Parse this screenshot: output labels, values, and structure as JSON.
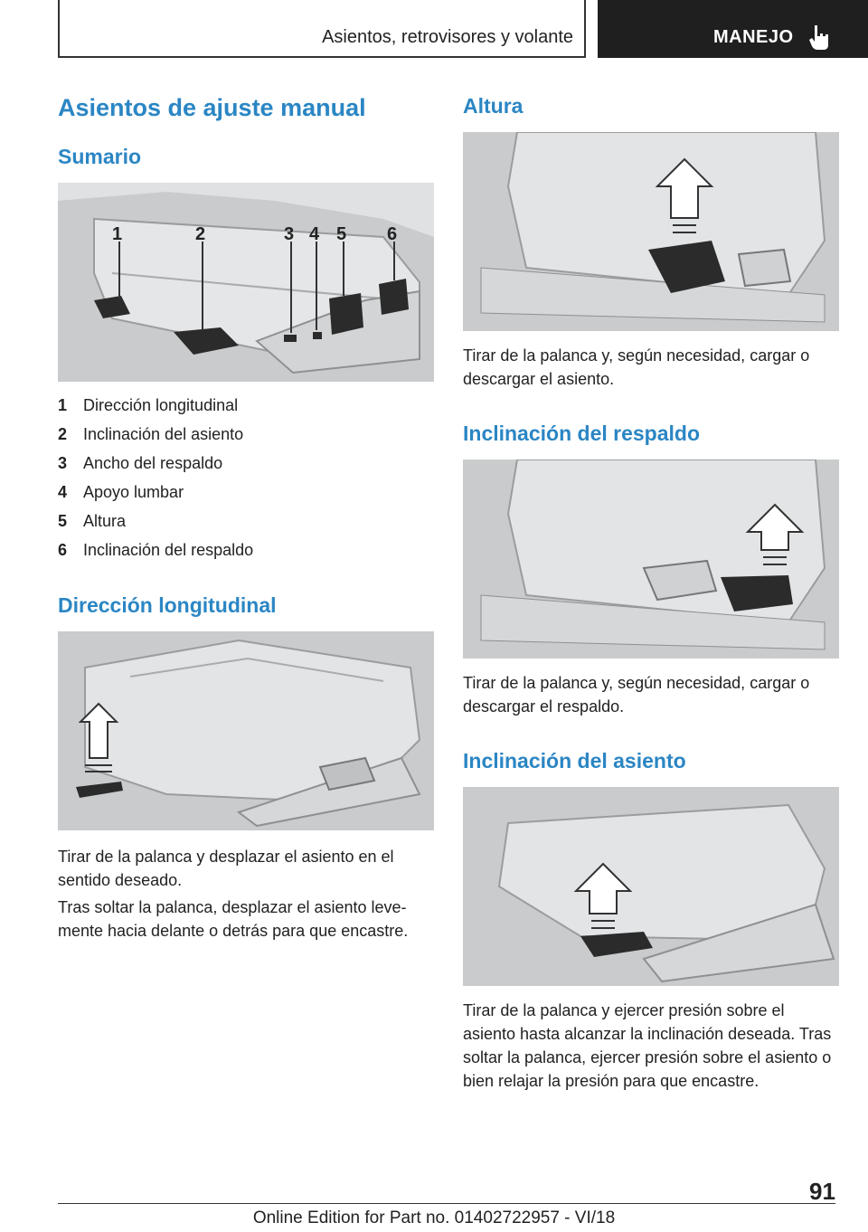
{
  "header": {
    "section_title": "Asientos, retrovisores y volante",
    "chapter": "MANEJO",
    "chapter_icon": "hand-pointing-icon"
  },
  "left": {
    "main_title": "Asientos de ajuste manual",
    "summary_title": "Sumario",
    "legend": [
      {
        "num": "1",
        "text": "Dirección longitudinal"
      },
      {
        "num": "2",
        "text": "Inclinación del asiento"
      },
      {
        "num": "3",
        "text": "Ancho del respaldo"
      },
      {
        "num": "4",
        "text": "Apoyo lumbar"
      },
      {
        "num": "5",
        "text": "Altura"
      },
      {
        "num": "6",
        "text": "Inclinación del respaldo"
      }
    ],
    "long_title": "Dirección longitudinal",
    "long_p1": "Tirar de la palanca y desplazar el asiento en el sentido deseado.",
    "long_p2": "Tras soltar la palanca, desplazar el asiento leve­mente hacia delante o detrás para que encastre."
  },
  "right": {
    "height_title": "Altura",
    "height_p": "Tirar de la palanca y, según necesidad, cargar o descargar el asiento.",
    "backrest_title": "Inclinación del respaldo",
    "backrest_p": "Tirar de la palanca y, según necesidad, cargar o descargar el respaldo.",
    "seat_title": "Inclinación del asiento",
    "seat_p": "Tirar de la palanca y ejercer presión sobre el asiento hasta alcanzar la inclinación deseada. Tras soltar la palanca, ejercer presión sobre el asiento o bien relajar la presión para que encas­tre."
  },
  "figure_labels": [
    "1",
    "2",
    "3",
    "4",
    "5",
    "6"
  ],
  "footer": {
    "page_number": "91",
    "edition": "Online Edition for Part no. 01402722957 - VI/18"
  }
}
